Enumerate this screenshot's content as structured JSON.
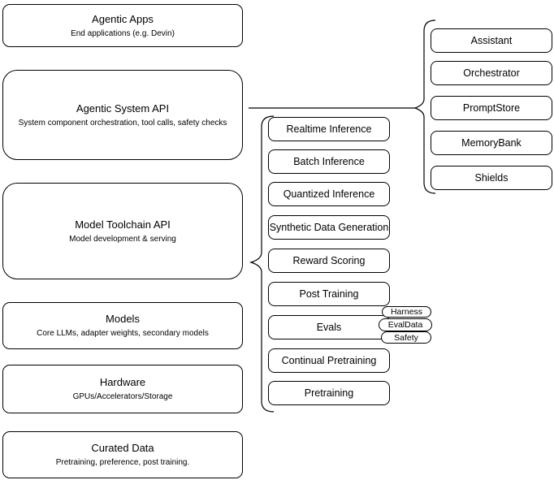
{
  "diagram": {
    "left_column": {
      "boxes": [
        {
          "title": "Agentic Apps",
          "subtitle": "End applications (e.g. Devin)"
        },
        {
          "title": "Agentic System API",
          "subtitle": "System component orchestration, tool calls, safety checks"
        },
        {
          "title": "Model Toolchain API",
          "subtitle": "Model development & serving"
        },
        {
          "title": "Models",
          "subtitle": "Core LLMs, adapter weights, secondary models"
        },
        {
          "title": "Hardware",
          "subtitle": "GPUs/Accelerators/Storage"
        },
        {
          "title": "Curated Data",
          "subtitle": "Pretraining, preference, post training."
        }
      ]
    },
    "toolchain_group": {
      "items": [
        "Realtime Inference",
        "Batch Inference",
        "Quantized Inference",
        "Synthetic Data Generation",
        "Reward Scoring",
        "Post Training",
        "Evals",
        "Continual Pretraining",
        "Pretraining"
      ]
    },
    "evals_tags": [
      "Harness",
      "EvalData",
      "Safety"
    ],
    "system_group": {
      "items": [
        "Assistant",
        "Orchestrator",
        "PromptStore",
        "MemoryBank",
        "Shields"
      ]
    },
    "colors": {
      "stroke": "#000000",
      "background": "#ffffff",
      "text": "#000000"
    }
  }
}
